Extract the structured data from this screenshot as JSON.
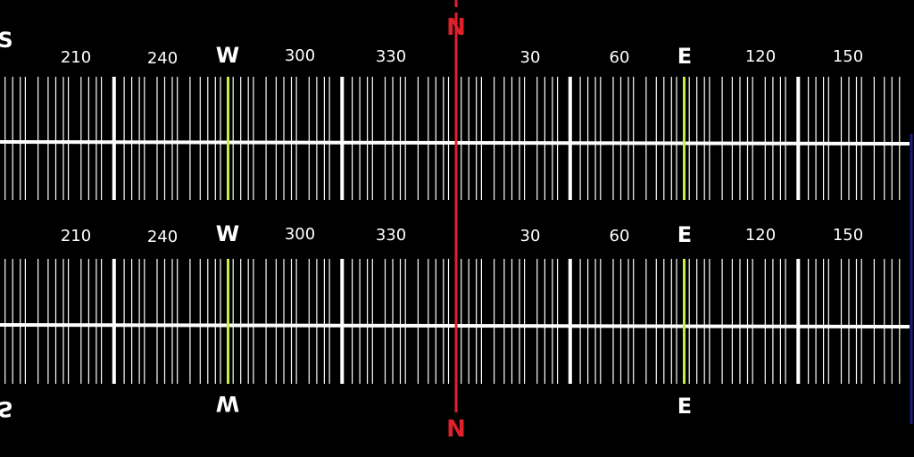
{
  "compass": {
    "tape_degrees": [
      180,
      210,
      240,
      270,
      300,
      330,
      0,
      30,
      60,
      90,
      120,
      150
    ],
    "numeric_labels": {
      "d210": "210",
      "d240": "240",
      "d300": "300",
      "d330": "330",
      "d30": "30",
      "d60": "60",
      "d120": "120",
      "d150": "150"
    },
    "cardinals": {
      "south": "S",
      "west": "W",
      "north": "N",
      "east": "E"
    },
    "colors": {
      "background": "#000000",
      "tick": "#ffffff",
      "cardinal_tick": "#c8f040",
      "north_line": "#e0202a",
      "north_label": "#e0202a",
      "label": "#ffffff",
      "right_border": "#1a1a8c"
    }
  }
}
